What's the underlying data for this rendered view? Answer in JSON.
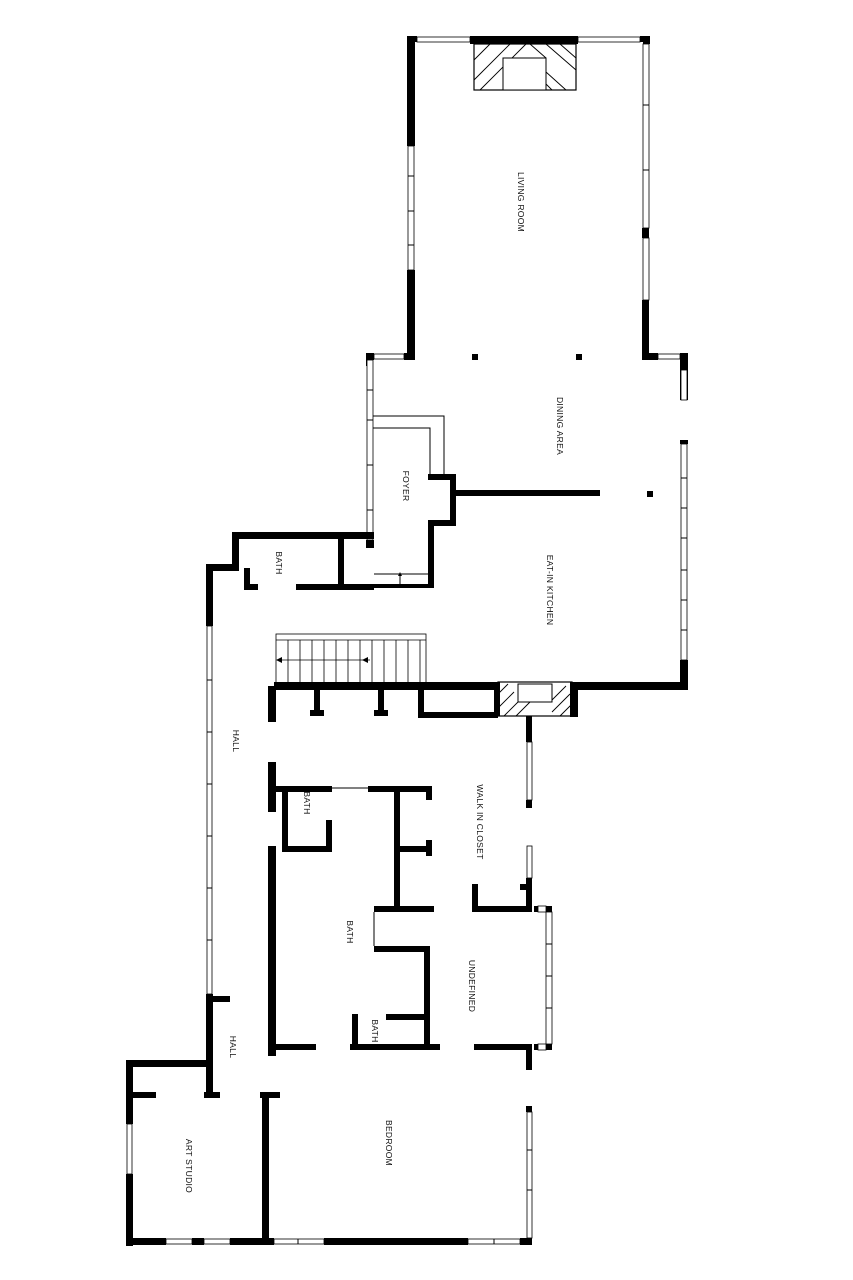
{
  "rooms": {
    "living_room": "LIVING ROOM",
    "dining_area": "DINING AREA",
    "foyer": "FOYER",
    "eat_in_kitchen": "EAT-IN KITCHEN",
    "bath_top": "BATH",
    "hall_upper": "HALL",
    "bath_small": "BATH",
    "walk_in_closet": "WALK IN CLOSET",
    "bath_master": "BATH",
    "undefined_room": "UNDEFINED",
    "bath_bottom": "BATH",
    "hall_lower": "HALL",
    "art_studio": "ART STUDIO",
    "bedroom": "BEDROOM"
  },
  "colors": {
    "wall": "#000000",
    "background": "#ffffff"
  }
}
